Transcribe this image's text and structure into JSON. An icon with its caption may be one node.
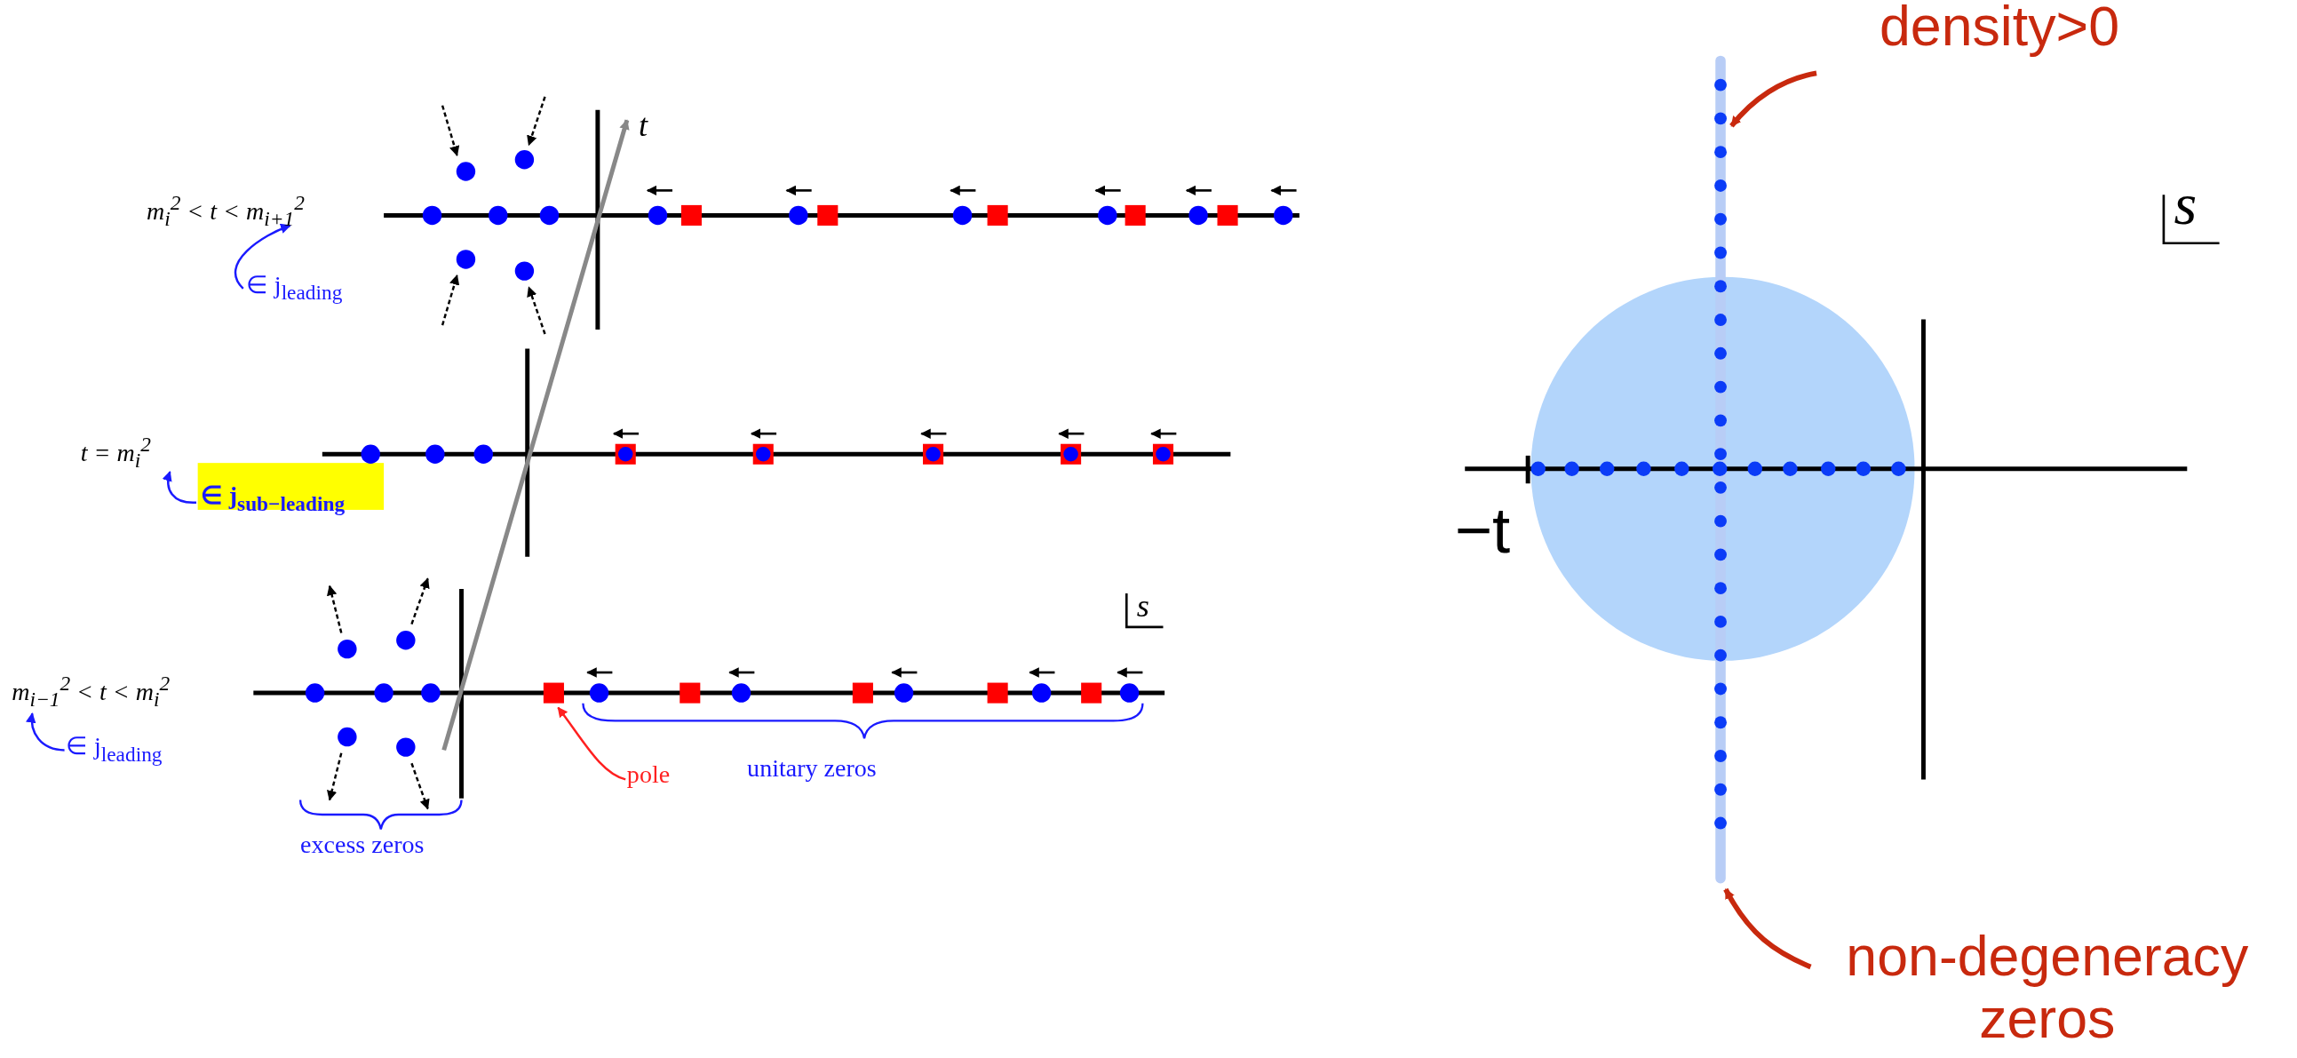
{
  "diagram": {
    "nodes": [
      {
        "text": [
          "m$_{i}$$^{2}$ < t < m$_{i+1}$$^{2}$"
        ]
      },
      {
        "text": [
          "∈ j$_{leading}$"
        ]
      },
      {
        "text": [
          "t = m$_{i}$$^{2}$"
        ]
      },
      {
        "text": [
          "∈ j$_{sub−leading}$"
        ]
      },
      {
        "text": [
          "m$_{i−1}$$^{2}$ < t < m$_{i}$$^{2}$"
        ]
      },
      {
        "text": [
          "∈ j$_{leading}$"
        ]
      },
      {
        "text": [
          "pole"
        ]
      },
      {
        "text": [],
        "shape": "box"
      },
      {
        "text": [
          "unitary zeros"
        ]
      },
      {
        "text": [
          "excess zeros"
        ]
      },
      {
        "text": [
          "density>0"
        ]
      },
      {
        "text": [],
        "shape": "bar"
      },
      {
        "text": [
          "non-degeneracy zeros"
        ]
      }
    ],
    "edges": [
      {
        "from": 1,
        "to": 0,
        "arrow": "to",
        "color": "#1a1aff"
      },
      {
        "from": 3,
        "to": 2,
        "arrow": "to",
        "color": "#1a1aff"
      },
      {
        "from": 5,
        "to": 4,
        "arrow": "to",
        "color": "#1a1aff"
      },
      {
        "from": 6,
        "to": 7,
        "arrow": "to",
        "color": "#ff2020"
      },
      {
        "from": 10,
        "to": 11,
        "arrow": "to",
        "color": "#c8290e"
      },
      {
        "from": 12,
        "to": 11,
        "arrow": "to",
        "color": "#c8290e"
      }
    ],
    "labels": [
      "t",
      "s",
      "s",
      "−t"
    ]
  }
}
